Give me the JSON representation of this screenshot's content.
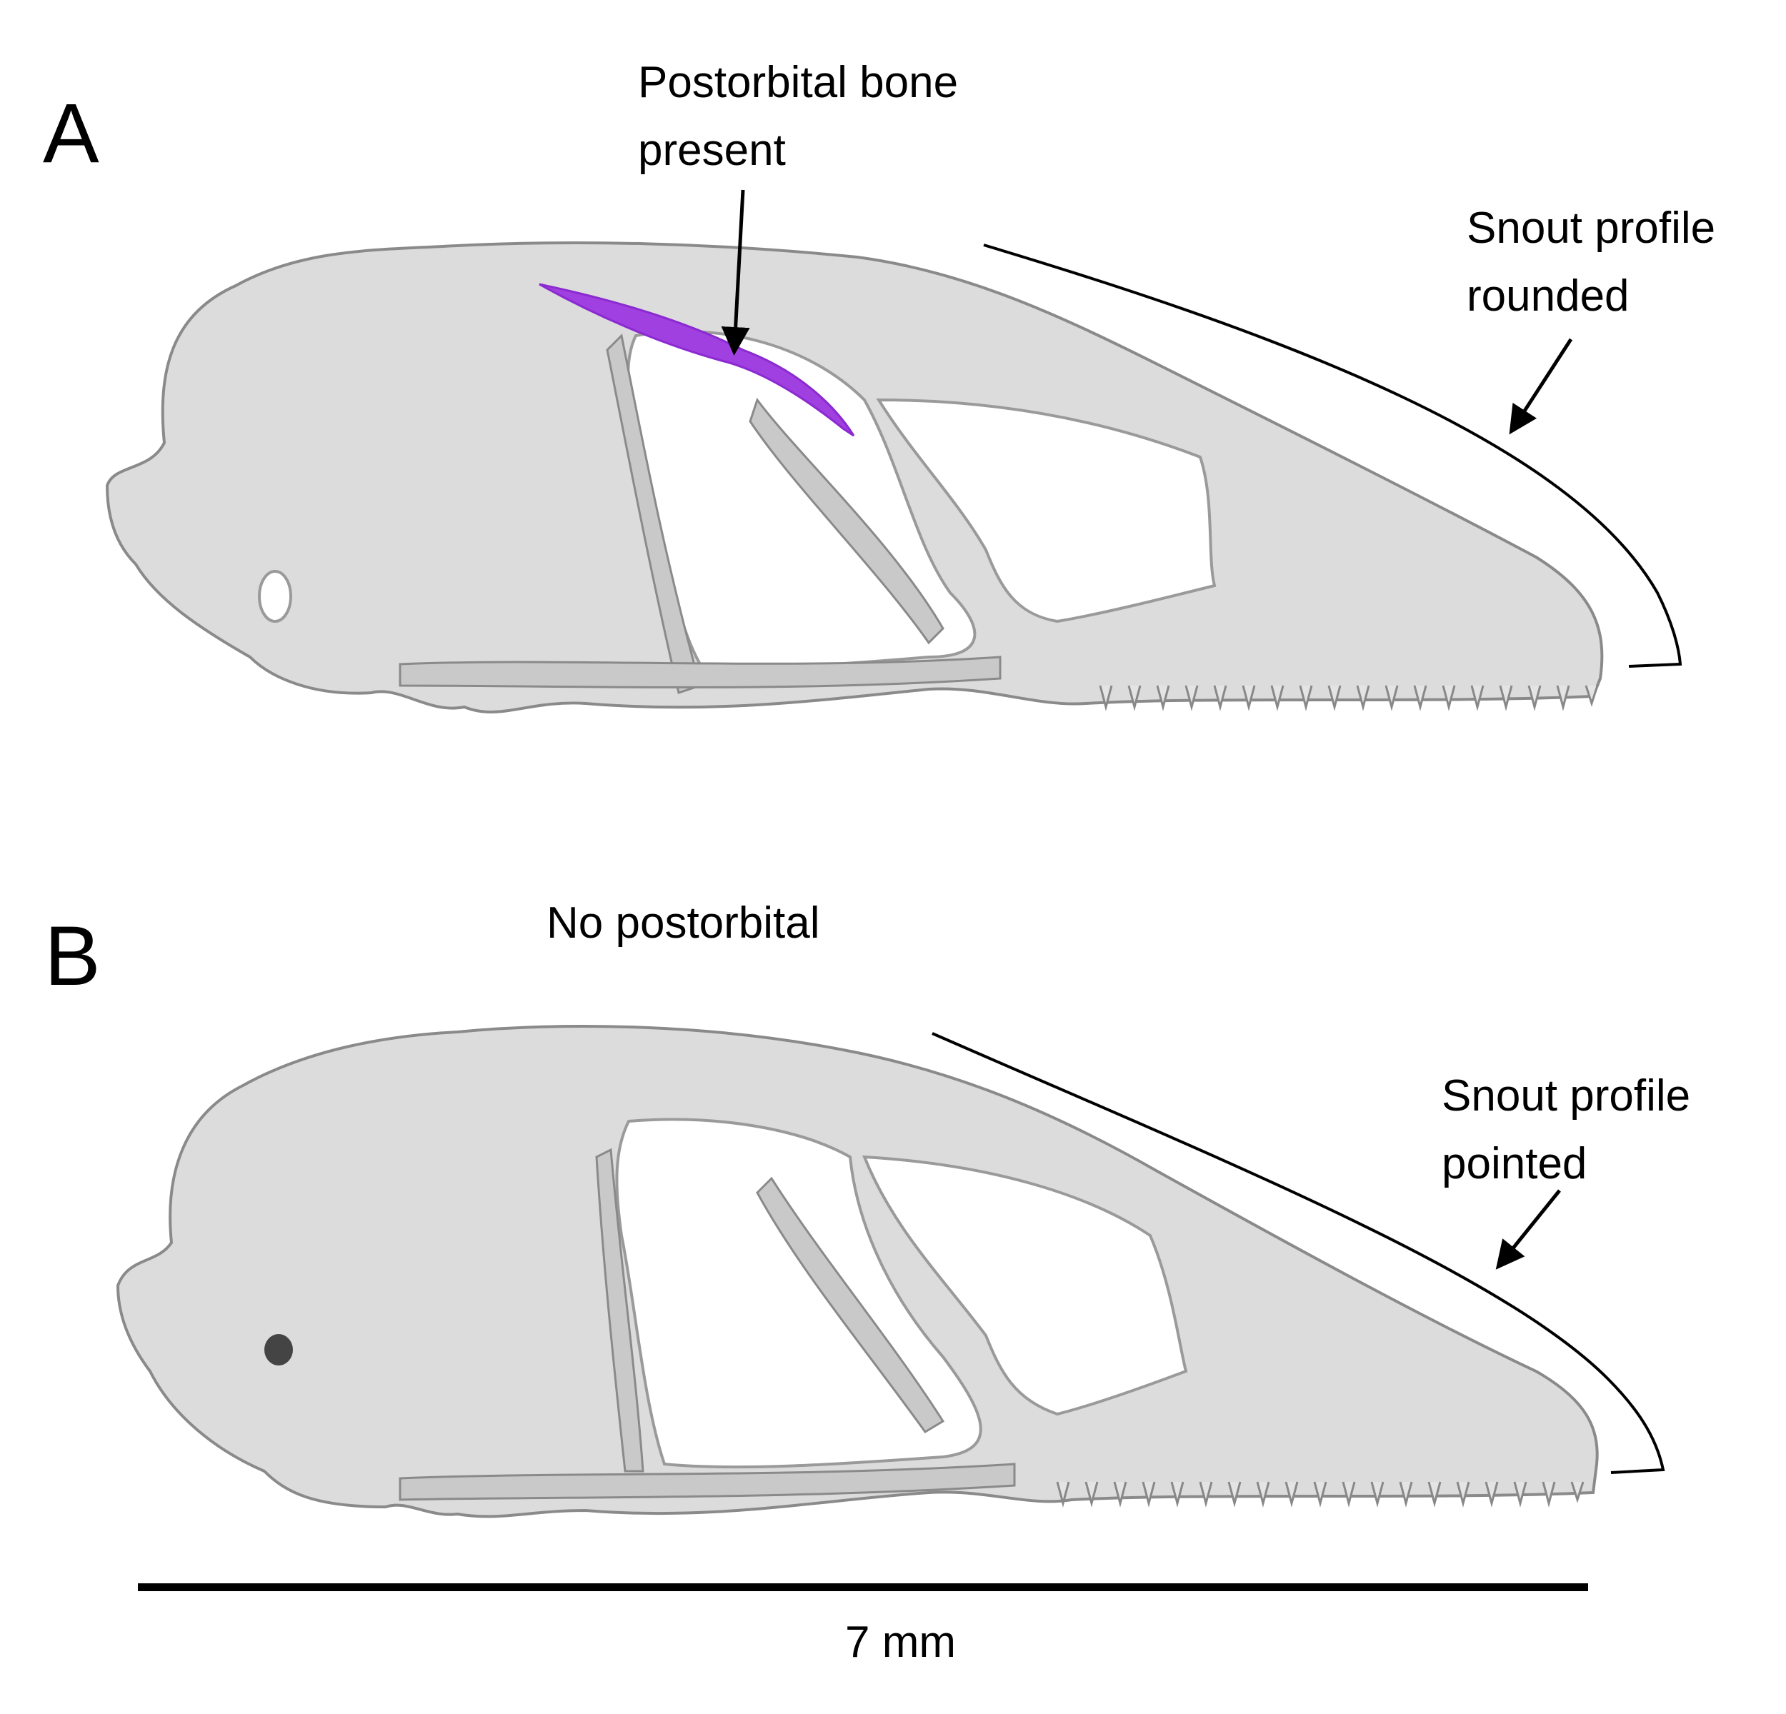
{
  "figure": {
    "panels": [
      {
        "label": "A",
        "annotation_top": {
          "line1": "Postorbital bone",
          "line2": "present"
        },
        "annotation_snout": {
          "line1": "Snout profile",
          "line2": "rounded"
        },
        "highlight_color": "#a040e0"
      },
      {
        "label": "B",
        "annotation_top": {
          "line1": "No postorbital"
        },
        "annotation_snout": {
          "line1": "Snout profile",
          "line2": "pointed"
        }
      }
    ],
    "scale_bar": {
      "label": "7 mm",
      "value_mm": 7
    }
  }
}
